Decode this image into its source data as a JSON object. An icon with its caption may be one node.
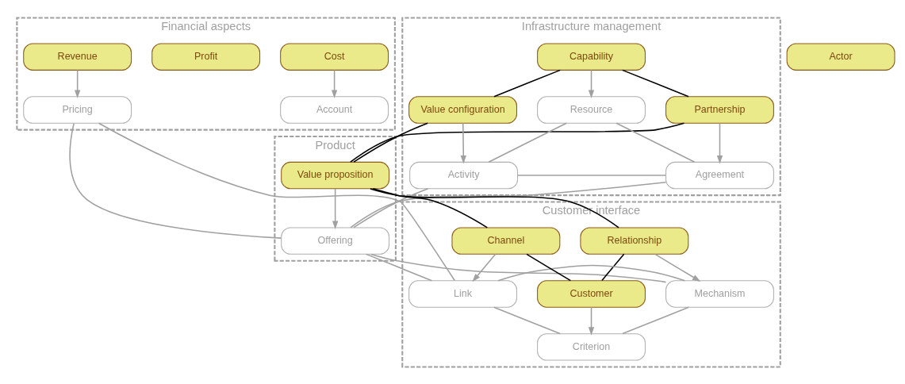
{
  "diagram": {
    "nodes": [
      {
        "text": [
          "Infrastructure management"
        ]
      },
      {
        "text": [
          "Partnership"
        ],
        "in": 0
      },
      {
        "text": [
          "Agreement"
        ],
        "in": 0
      },
      {
        "text": [
          "Capability"
        ],
        "in": 0
      },
      {
        "text": [
          "Value configuration"
        ],
        "in": 0
      },
      {
        "text": [
          "Resource"
        ],
        "in": 0
      },
      {
        "text": [
          "Activity"
        ],
        "in": 0
      },
      {
        "text": [
          "Actor"
        ]
      },
      {
        "text": [
          "Product"
        ]
      },
      {
        "text": [
          "Value proposition"
        ],
        "in": 8
      },
      {
        "text": [
          "Offering"
        ],
        "in": 8
      },
      {
        "text": [
          "Customer interface"
        ]
      },
      {
        "text": [
          "Relationship"
        ],
        "in": 11
      },
      {
        "text": [
          "Mechanism"
        ],
        "in": 11
      },
      {
        "text": [
          "Channel"
        ],
        "in": 11
      },
      {
        "text": [
          "Customer"
        ],
        "in": 11
      },
      {
        "text": [
          "Link"
        ],
        "in": 11
      },
      {
        "text": [
          "Criterion"
        ],
        "in": 11
      },
      {
        "text": [
          "Financial aspects"
        ]
      },
      {
        "text": [
          "Cost"
        ],
        "in": 18
      },
      {
        "text": [
          "Profit"
        ],
        "in": 18
      },
      {
        "text": [
          "Revenue"
        ],
        "in": 18
      },
      {
        "text": [
          "Account"
        ],
        "in": 18
      },
      {
        "text": [
          "Pricing"
        ],
        "in": 18
      }
    ],
    "edges": [
      {
        "from": 3,
        "to": 1,
        "arrow": "none",
        "color": "#000000"
      },
      {
        "from": 3,
        "to": 4,
        "arrow": "none",
        "color": "#000000"
      },
      {
        "from": 1,
        "to": 9,
        "arrow": "none",
        "color": "#000000"
      },
      {
        "from": 4,
        "to": 9,
        "arrow": "none",
        "color": "#000000"
      },
      {
        "from": 9,
        "to": 12,
        "arrow": "none",
        "color": "#000000"
      },
      {
        "from": 9,
        "to": 14,
        "arrow": "none",
        "color": "#000000"
      },
      {
        "from": 12,
        "to": 15,
        "arrow": "none",
        "color": "#000000"
      },
      {
        "from": 14,
        "to": 15,
        "arrow": "none",
        "color": "#000000"
      },
      {
        "from": 1,
        "to": 2,
        "arrow": "to"
      },
      {
        "from": 3,
        "to": 5,
        "arrow": "to"
      },
      {
        "from": 4,
        "to": 6,
        "arrow": "to"
      },
      {
        "from": 9,
        "to": 10,
        "arrow": "to"
      },
      {
        "from": 12,
        "to": 13,
        "arrow": "to"
      },
      {
        "from": 14,
        "to": 16,
        "arrow": "to"
      },
      {
        "from": 15,
        "to": 17,
        "arrow": "to"
      },
      {
        "from": 19,
        "to": 22,
        "arrow": "to"
      },
      {
        "from": 21,
        "to": 23,
        "arrow": "to"
      },
      {
        "from": 5,
        "to": 2,
        "arrow": "none"
      },
      {
        "from": 5,
        "to": 6,
        "arrow": "none"
      },
      {
        "from": 2,
        "to": 6,
        "arrow": "none"
      },
      {
        "from": 2,
        "to": 10,
        "arrow": "none"
      },
      {
        "from": 6,
        "to": 10,
        "arrow": "none"
      },
      {
        "from": 10,
        "to": 13,
        "arrow": "none"
      },
      {
        "from": 10,
        "to": 16,
        "arrow": "none"
      },
      {
        "from": 10,
        "to": 23,
        "arrow": "none"
      },
      {
        "from": 13,
        "to": 16,
        "arrow": "none"
      },
      {
        "from": 13,
        "to": 17,
        "arrow": "none"
      },
      {
        "from": 16,
        "to": 17,
        "arrow": "none"
      },
      {
        "from": 16,
        "to": 23,
        "arrow": "none"
      }
    ]
  }
}
